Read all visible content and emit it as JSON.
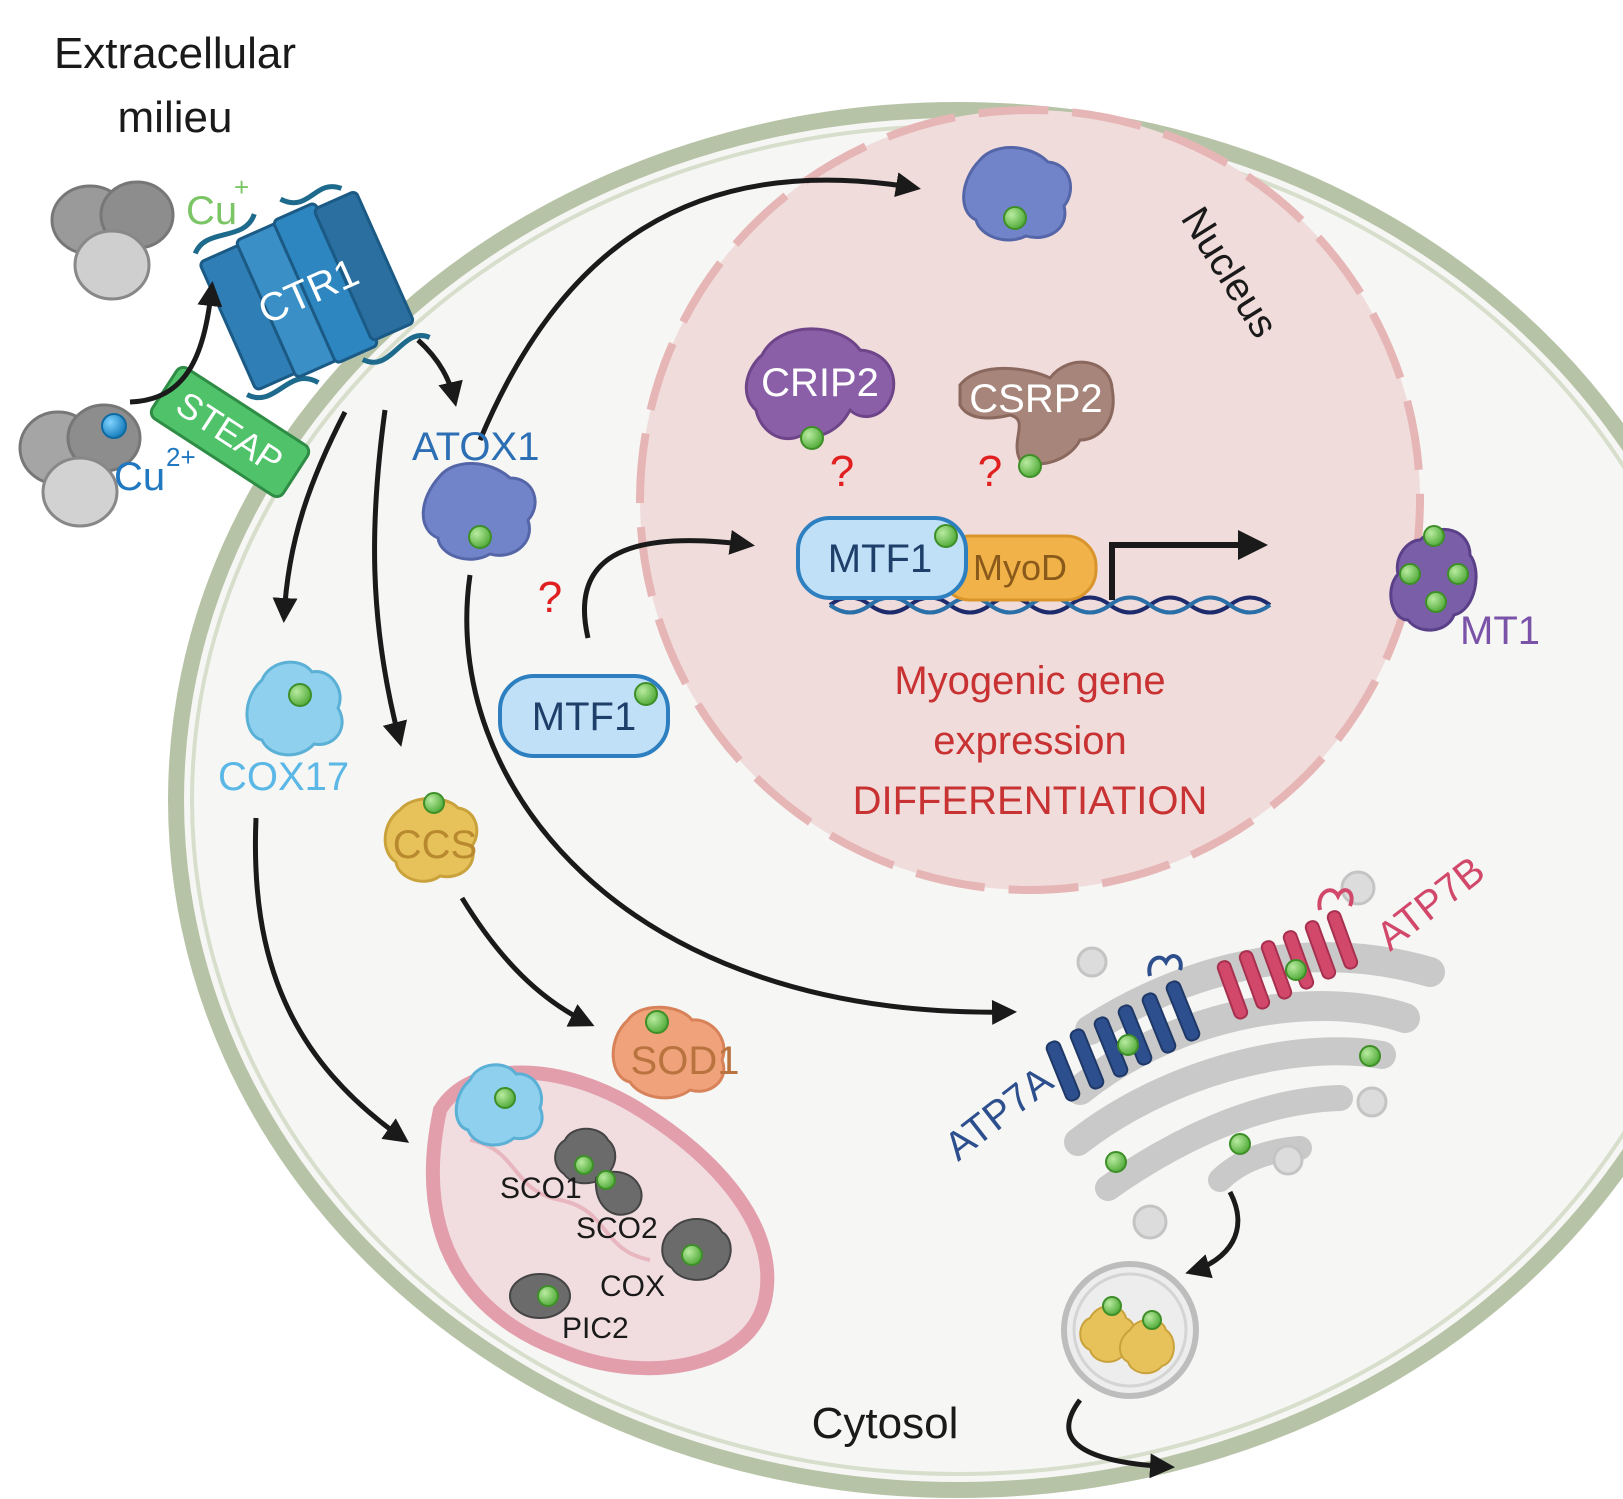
{
  "labels": {
    "extracellular_line1": "Extracellular",
    "extracellular_line2": "milieu",
    "cu_plus": "Cu",
    "cu_plus_sup": "+",
    "cu_2plus": "Cu",
    "cu_2plus_sup": "2+",
    "ctr1": "CTR1",
    "steap": "STEAP",
    "atox1": "ATOX1",
    "cox17": "COX17",
    "ccs": "CCS",
    "sod1": "SOD1",
    "sco1": "SCO1",
    "sco2": "SCO2",
    "cox": "COX",
    "pic2": "PIC2",
    "mtf1_cytosol": "MTF1",
    "mtf1_nucleus": "MTF1",
    "myod": "MyoD",
    "crip2": "CRIP2",
    "csrp2": "CSRP2",
    "nucleus": "Nucleus",
    "mt1": "MT1",
    "atp7a": "ATP7A",
    "atp7b": "ATP7B",
    "cytosol": "Cytosol",
    "gene_line1": "Myogenic gene",
    "gene_line2": "expression",
    "gene_line3": "DIFFERENTIATION",
    "question_mark": "?"
  },
  "colors": {
    "copper_green": "#6abf4b",
    "cu2_blue": "#1f8fd0",
    "ctr1_blue": "#2a7fb8",
    "atox1_purple": "#6a7fc9",
    "cox17_lightblue": "#8fd0ee",
    "ccs_yellow": "#e7c25a",
    "sod1_orange": "#f0a27a",
    "mtf1_blue": "#bfe0f7",
    "myod_orange": "#f2b24a",
    "crip2_purple": "#8b5fa8",
    "csrp2_brown": "#a8857a",
    "nucleus_pink": "#f3dede",
    "cell_membrane": "#b7c3a6",
    "atp7a_navy": "#2d4f8e",
    "atp7b_crimson": "#d2486a",
    "red_text": "#c83232",
    "mito_pink": "#e9b3bd"
  }
}
